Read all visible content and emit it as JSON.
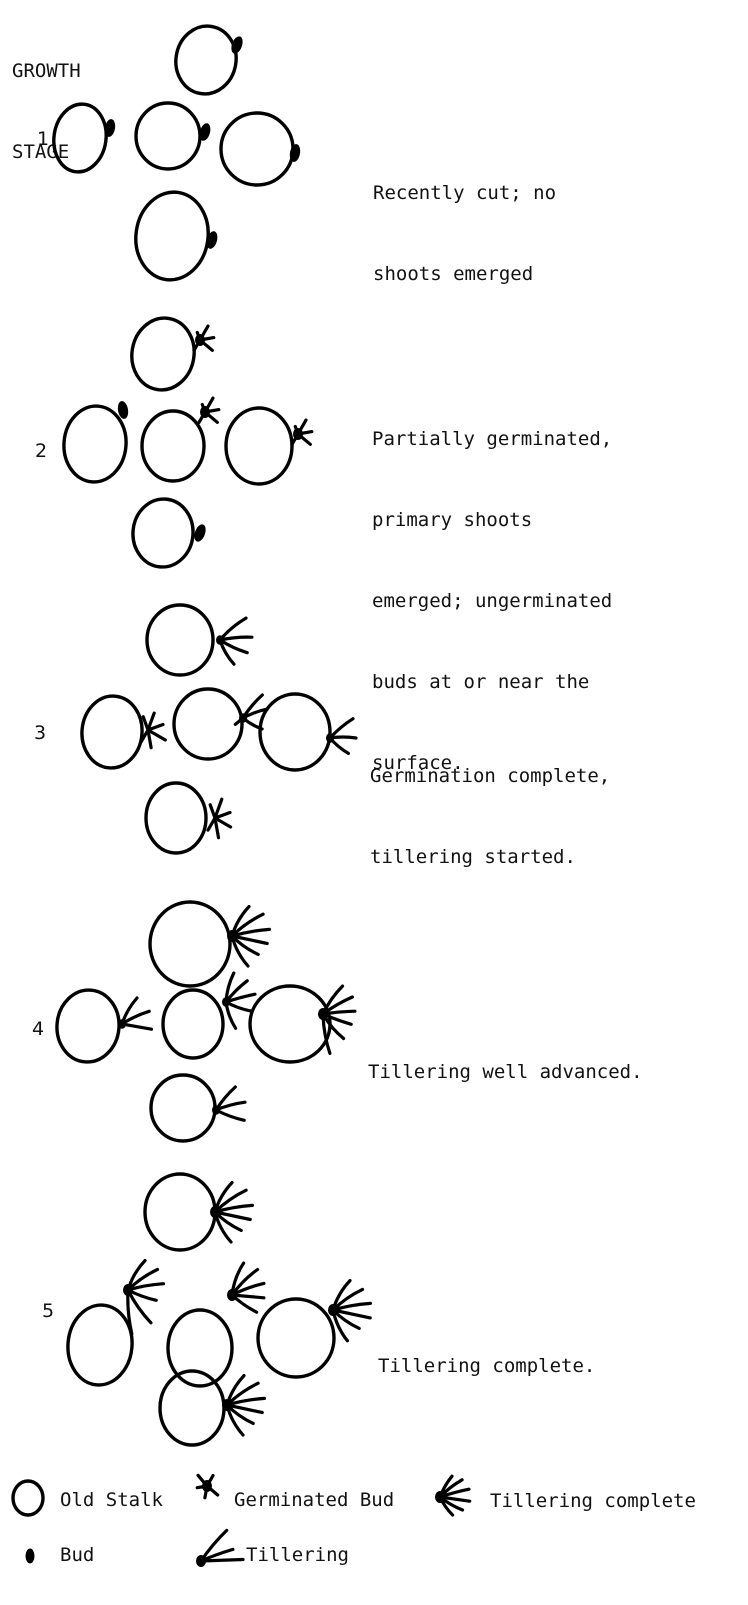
{
  "header": {
    "line1": "GROWTH",
    "line2": "STAGE"
  },
  "stages": [
    {
      "number": "1",
      "description": [
        "Recently cut; no",
        "shoots emerged"
      ]
    },
    {
      "number": "2",
      "description": [
        "Partially germinated,",
        "primary shoots",
        "emerged; ungerminated",
        "buds at or near the",
        "surface."
      ]
    },
    {
      "number": "3",
      "description": [
        "Germination complete,",
        "tillering started."
      ]
    },
    {
      "number": "4",
      "description": [
        "Tillering well advanced."
      ]
    },
    {
      "number": "5",
      "description": [
        "Tillering complete."
      ]
    }
  ],
  "legend": {
    "old_stalk": "Old Stalk",
    "germinated_bud": "Germinated Bud",
    "tillering_complete": "Tillering complete",
    "bud": "Bud",
    "tillering": "Tillering"
  }
}
